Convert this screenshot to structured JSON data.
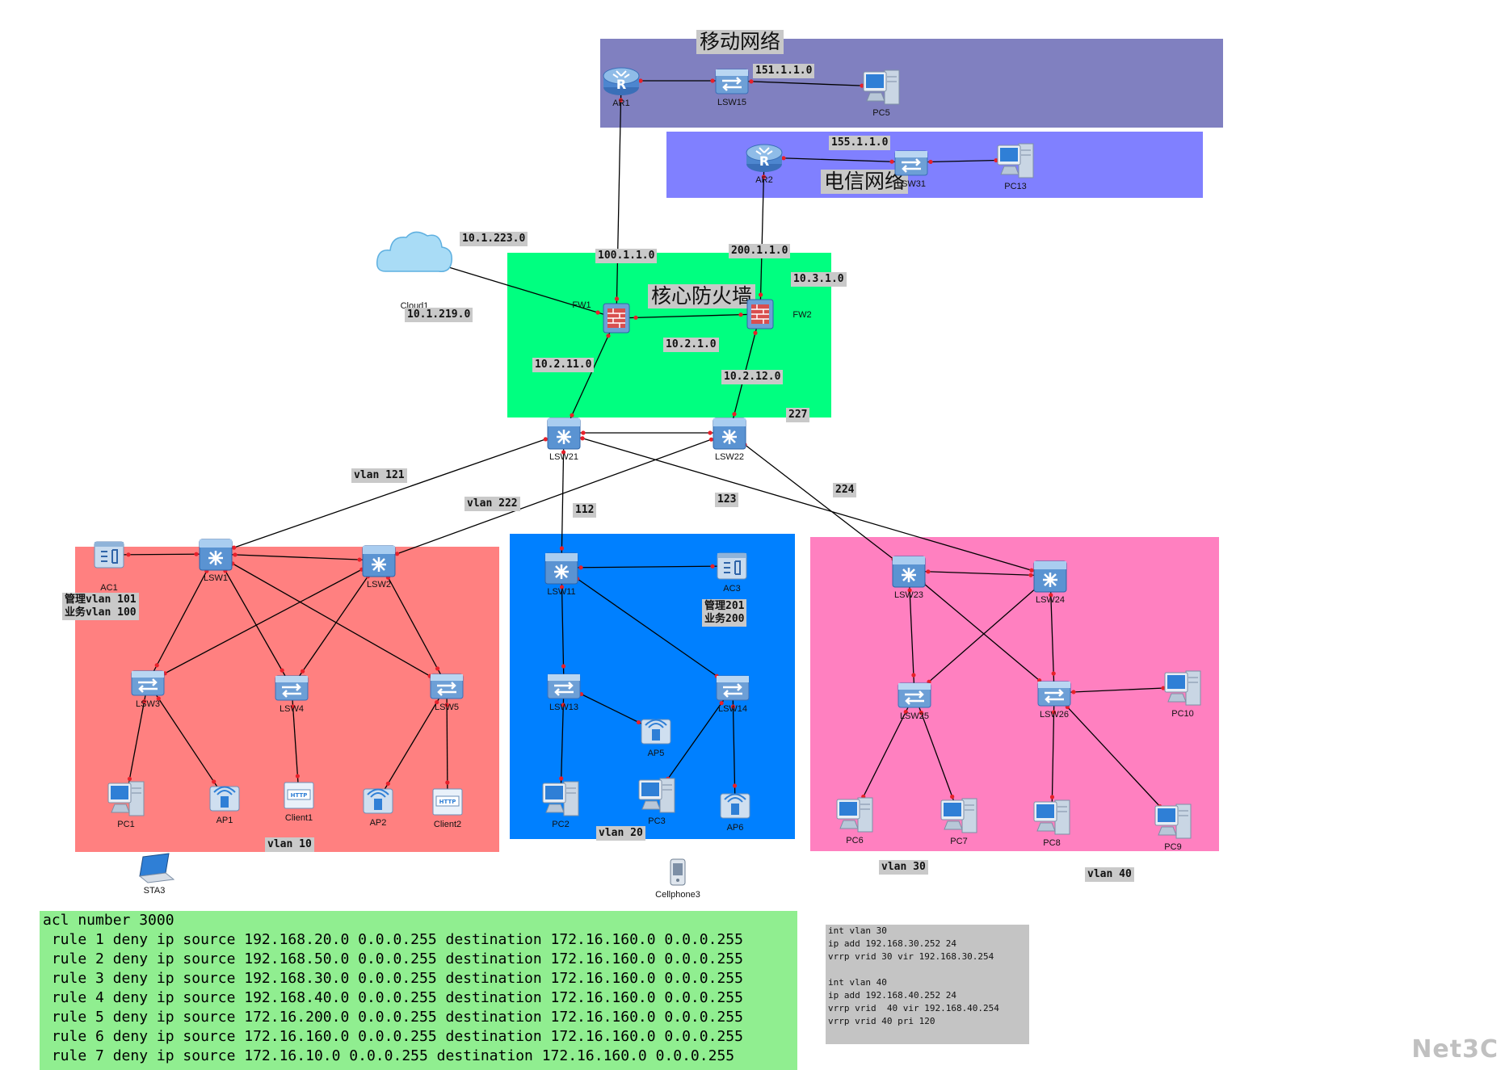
{
  "colors": {
    "mobile_zone": "#8080c0",
    "telecom_zone": "#8080ff",
    "core_zone": "#00ff80",
    "vlan10_zone": "#ff8080",
    "vlan20_zone": "#0080ff",
    "vlan30_40_zone": "#ff80c0",
    "acl_box": "#90ee90",
    "link": "#000000",
    "port_dot": "#e8202a"
  },
  "zones": {
    "mobile": "移动网络",
    "telecom": "电信网络",
    "core": "核心防火墙"
  },
  "devices": [
    {
      "id": "AR1",
      "label": "AR1",
      "icon": "router-icon"
    },
    {
      "id": "LSW15",
      "label": "LSW15",
      "icon": "switch-icon"
    },
    {
      "id": "PC5",
      "label": "PC5",
      "icon": "pc-icon"
    },
    {
      "id": "AR2",
      "label": "AR2",
      "icon": "router-icon"
    },
    {
      "id": "LSW31",
      "label": "LSW31",
      "icon": "switch-icon"
    },
    {
      "id": "PC13",
      "label": "PC13",
      "icon": "pc-icon"
    },
    {
      "id": "Cloud1",
      "label": "Cloud1",
      "icon": "cloud-icon"
    },
    {
      "id": "FW1",
      "label": "FW1",
      "icon": "firewall-icon"
    },
    {
      "id": "FW2",
      "label": "FW2",
      "icon": "firewall-icon"
    },
    {
      "id": "LSW21",
      "label": "LSW21",
      "icon": "l3-switch-icon"
    },
    {
      "id": "LSW22",
      "label": "LSW22",
      "icon": "l3-switch-icon"
    },
    {
      "id": "AC1",
      "label": "AC1",
      "icon": "ac-icon"
    },
    {
      "id": "LSW1",
      "label": "LSW1",
      "icon": "l3-switch-icon"
    },
    {
      "id": "LSW2",
      "label": "LSW2",
      "icon": "l3-switch-icon"
    },
    {
      "id": "LSW3",
      "label": "LSW3",
      "icon": "switch-icon"
    },
    {
      "id": "LSW4",
      "label": "LSW4",
      "icon": "switch-icon"
    },
    {
      "id": "LSW5",
      "label": "LSW5",
      "icon": "switch-icon"
    },
    {
      "id": "PC1",
      "label": "PC1",
      "icon": "pc-icon"
    },
    {
      "id": "AP1",
      "label": "AP1",
      "icon": "ap-icon"
    },
    {
      "id": "Client1",
      "label": "Client1",
      "icon": "http-client-icon"
    },
    {
      "id": "AP2",
      "label": "AP2",
      "icon": "ap-icon"
    },
    {
      "id": "Client2",
      "label": "Client2",
      "icon": "http-client-icon"
    },
    {
      "id": "STA3",
      "label": "STA3",
      "icon": "laptop-icon"
    },
    {
      "id": "LSW11",
      "label": "LSW11",
      "icon": "l3-switch-icon"
    },
    {
      "id": "AC3",
      "label": "AC3",
      "icon": "ac-icon"
    },
    {
      "id": "LSW13",
      "label": "LSW13",
      "icon": "switch-icon"
    },
    {
      "id": "LSW14",
      "label": "LSW14",
      "icon": "switch-icon"
    },
    {
      "id": "AP5",
      "label": "AP5",
      "icon": "ap-icon"
    },
    {
      "id": "PC2",
      "label": "PC2",
      "icon": "pc-icon"
    },
    {
      "id": "PC3",
      "label": "PC3",
      "icon": "pc-icon"
    },
    {
      "id": "AP6",
      "label": "AP6",
      "icon": "ap-icon"
    },
    {
      "id": "Cellphone3",
      "label": "Cellphone3",
      "icon": "cellphone-icon"
    },
    {
      "id": "LSW23",
      "label": "LSW23",
      "icon": "l3-switch-icon"
    },
    {
      "id": "LSW24",
      "label": "LSW24",
      "icon": "l3-switch-icon"
    },
    {
      "id": "LSW25",
      "label": "LSW25",
      "icon": "switch-icon"
    },
    {
      "id": "LSW26",
      "label": "LSW26",
      "icon": "switch-icon"
    },
    {
      "id": "PC10",
      "label": "PC10",
      "icon": "pc-icon"
    },
    {
      "id": "PC6",
      "label": "PC6",
      "icon": "pc-icon"
    },
    {
      "id": "PC7",
      "label": "PC7",
      "icon": "pc-icon"
    },
    {
      "id": "PC8",
      "label": "PC8",
      "icon": "pc-icon"
    },
    {
      "id": "PC9",
      "label": "PC9",
      "icon": "pc-icon"
    }
  ],
  "links": [
    [
      "AR1",
      "LSW15"
    ],
    [
      "LSW15",
      "PC5"
    ],
    [
      "AR2",
      "LSW31"
    ],
    [
      "LSW31",
      "PC13"
    ],
    [
      "AR1",
      "FW1"
    ],
    [
      "AR2",
      "FW2"
    ],
    [
      "Cloud1",
      "FW1"
    ],
    [
      "FW1",
      "FW2"
    ],
    [
      "FW1",
      "LSW21"
    ],
    [
      "FW2",
      "LSW22"
    ],
    [
      "LSW21",
      "LSW22"
    ],
    [
      "LSW21",
      "LSW1"
    ],
    [
      "LSW22",
      "LSW2"
    ],
    [
      "LSW21",
      "LSW11"
    ],
    [
      "LSW21",
      "LSW24"
    ],
    [
      "LSW22",
      "LSW23"
    ],
    [
      "AC1",
      "LSW1"
    ],
    [
      "LSW1",
      "LSW2"
    ],
    [
      "LSW1",
      "LSW3"
    ],
    [
      "LSW1",
      "LSW4"
    ],
    [
      "LSW1",
      "LSW5"
    ],
    [
      "LSW2",
      "LSW3"
    ],
    [
      "LSW2",
      "LSW4"
    ],
    [
      "LSW2",
      "LSW5"
    ],
    [
      "LSW3",
      "PC1"
    ],
    [
      "LSW3",
      "AP1"
    ],
    [
      "LSW4",
      "Client1"
    ],
    [
      "LSW5",
      "AP2"
    ],
    [
      "LSW5",
      "Client2"
    ],
    [
      "LSW11",
      "AC3"
    ],
    [
      "LSW11",
      "LSW13"
    ],
    [
      "LSW11",
      "LSW14"
    ],
    [
      "LSW13",
      "AP5"
    ],
    [
      "LSW13",
      "PC2"
    ],
    [
      "LSW14",
      "PC3"
    ],
    [
      "LSW14",
      "AP6"
    ],
    [
      "LSW23",
      "LSW24"
    ],
    [
      "LSW23",
      "LSW25"
    ],
    [
      "LSW23",
      "LSW26"
    ],
    [
      "LSW24",
      "LSW25"
    ],
    [
      "LSW24",
      "LSW26"
    ],
    [
      "LSW26",
      "PC10"
    ],
    [
      "LSW25",
      "PC6"
    ],
    [
      "LSW25",
      "PC7"
    ],
    [
      "LSW26",
      "PC8"
    ],
    [
      "LSW26",
      "PC9"
    ]
  ],
  "tags": {
    "net_151": "151.1.1.0",
    "net_155": "155.1.1.0",
    "net_10_1_223": "10.1.223.0",
    "net_100": "100.1.1.0",
    "net_200": "200.1.1.0",
    "net_10_3_1": "10.3.1.0",
    "net_10_1_219": "10.1.219.0",
    "net_10_2_1": "10.2.1.0",
    "net_10_2_11": "10.2.11.0",
    "net_10_2_12": "10.2.12.0",
    "v227": "227",
    "vlan121": "vlan 121",
    "vlan222": "vlan 222",
    "v112": "112",
    "v123": "123",
    "v224": "224",
    "ac1_vlans": "管理vlan 101\n业务vlan 100",
    "ac3_vlans": "管理201\n业务200",
    "vlan10": "vlan 10",
    "vlan20": "vlan 20",
    "vlan30": "vlan 30",
    "vlan40": "vlan 40"
  },
  "acl_lines": [
    "acl number 3000",
    " rule 1 deny ip source 192.168.20.0 0.0.0.255 destination 172.16.160.0 0.0.0.255",
    " rule 2 deny ip source 192.168.50.0 0.0.0.255 destination 172.16.160.0 0.0.0.255",
    " rule 3 deny ip source 192.168.30.0 0.0.0.255 destination 172.16.160.0 0.0.0.255",
    " rule 4 deny ip source 192.168.40.0 0.0.0.255 destination 172.16.160.0 0.0.0.255",
    " rule 5 deny ip source 172.16.200.0 0.0.0.255 destination 172.16.160.0 0.0.0.255",
    " rule 6 deny ip source 172.16.160.0 0.0.0.255 destination 172.16.160.0 0.0.0.255",
    " rule 7 deny ip source 172.16.10.0 0.0.0.255 destination 172.16.160.0 0.0.0.255"
  ],
  "config_lines": [
    "int vlan 30",
    "ip add 192.168.30.252 24",
    "vrrp vrid 30 vir 192.168.30.254",
    "",
    "int vlan 40",
    "ip add 192.168.40.252 24",
    "vrrp vrid  40 vir 192.168.40.254",
    "vrrp vrid 40 pri 120"
  ],
  "watermark": "Net3C"
}
